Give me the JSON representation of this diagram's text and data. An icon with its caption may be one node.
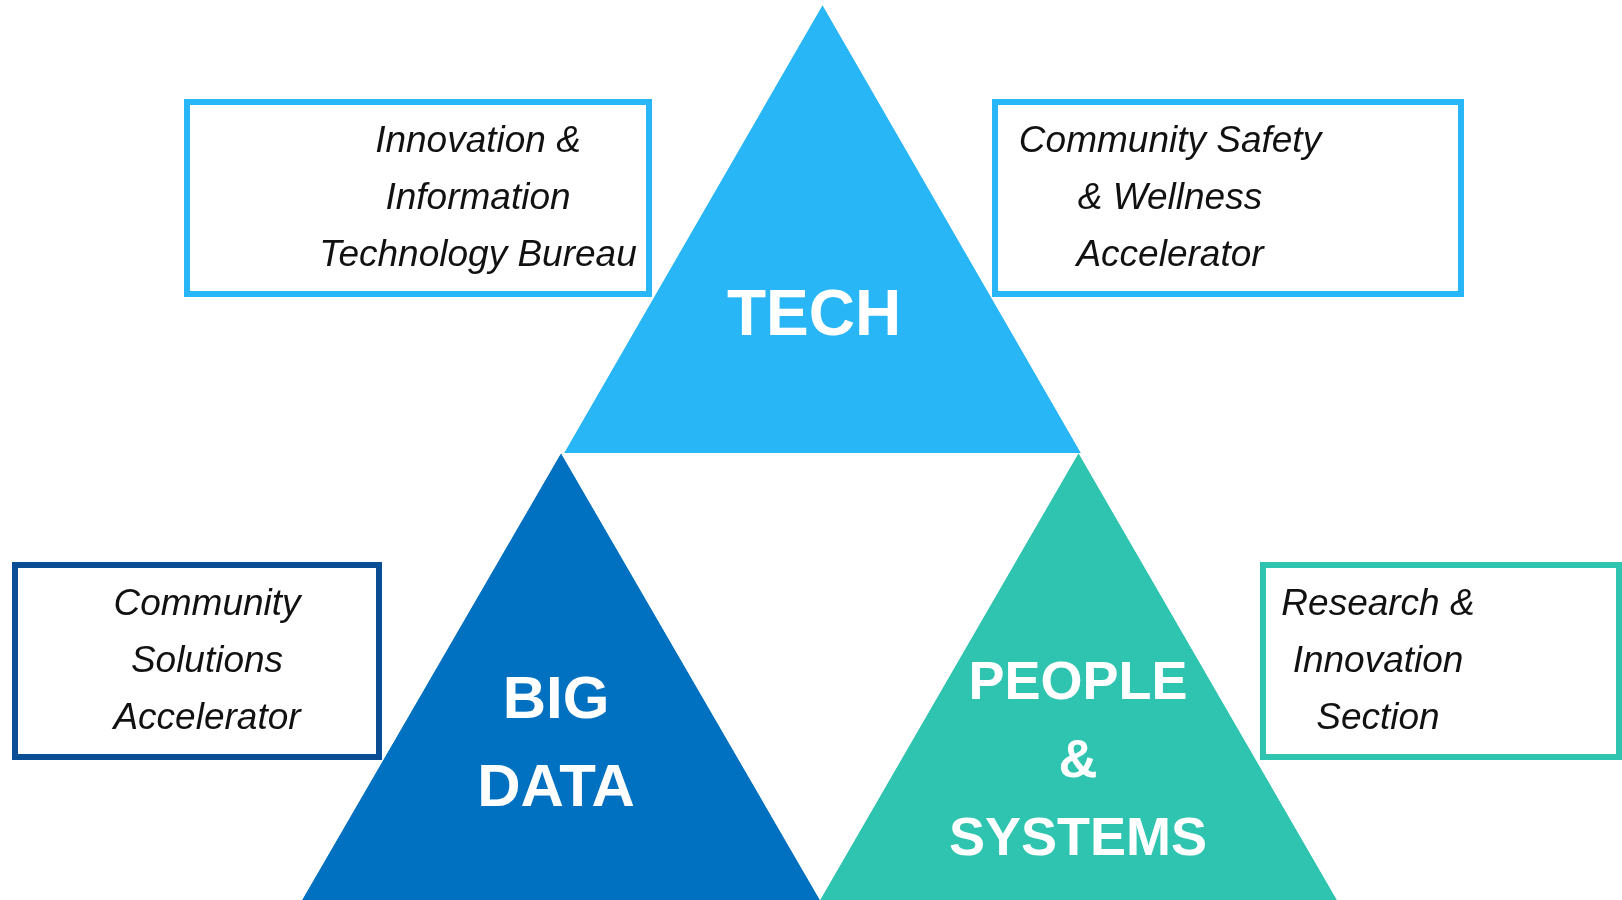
{
  "diagram": {
    "nodes": [
      {
        "text": [
          "Innovation & Information Technology Bureau"
        ]
      },
      {
        "text": [
          "TECH"
        ]
      },
      {
        "text": [
          "Community Safety & Wellness Accelerator"
        ]
      },
      {
        "text": [
          "Community Solutions Accelerator"
        ]
      },
      {
        "text": [
          "BIG DATA"
        ]
      },
      {
        "text": [
          "PEOPLE & SYSTEMS"
        ]
      },
      {
        "text": [
          "Research & Innovation Section"
        ]
      }
    ]
  }
}
